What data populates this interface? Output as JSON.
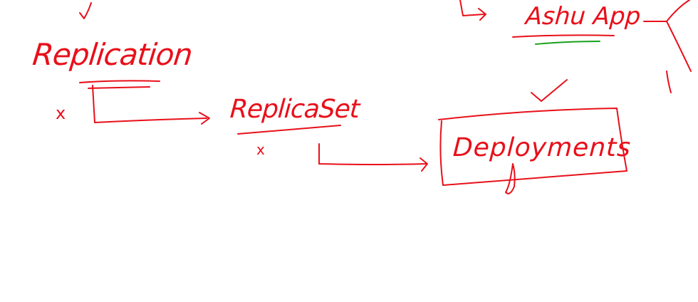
{
  "diagram": {
    "ink_color": "#e8101a",
    "highlight_color": "#1aa01a",
    "nodes": {
      "replication": "Replication",
      "replicaset": "ReplicaSet",
      "deployments": "Deployments",
      "ashu_app": "Ashu App"
    },
    "marks": {
      "cross_replication": "x",
      "cross_replicaset": "x"
    }
  }
}
